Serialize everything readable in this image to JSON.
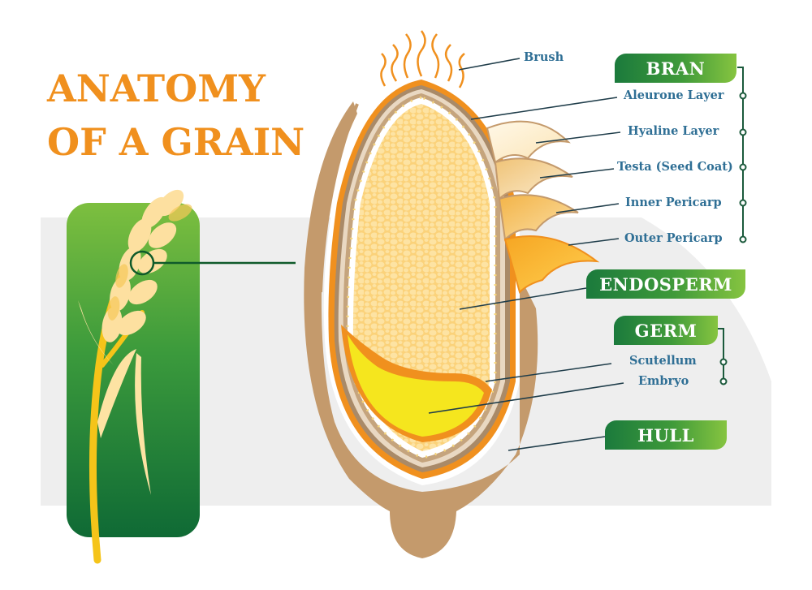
{
  "title": {
    "line1": "ANATOMY",
    "line2": "OF A GRAIN"
  },
  "colors": {
    "title_orange": "#f0901e",
    "label_blue": "#2f6f95",
    "category_green_dark": "#1b7a3c",
    "category_green_light": "#86c440",
    "hull_tan": "#c49a6c",
    "endosperm_yellow": "#fbd27a",
    "germ_yellow": "#f5e61e",
    "background_gray": "#eeeeee"
  },
  "labels": {
    "brush": "Brush",
    "aleurone": "Aleurone Layer",
    "hyaline": "Hyaline Layer",
    "testa": "Testa (Seed Coat)",
    "inner_pericarp": "Inner Pericarp",
    "outer_pericarp": "Outer Pericarp",
    "scutellum": "Scutellum",
    "embryo": "Embryo"
  },
  "categories": {
    "bran": "BRAN",
    "endosperm": "ENDOSPERM",
    "germ": "GERM",
    "hull": "HULL"
  },
  "icons": {
    "wheat": "wheat-stalk-icon",
    "magnifier": "zoom-circle-icon"
  }
}
